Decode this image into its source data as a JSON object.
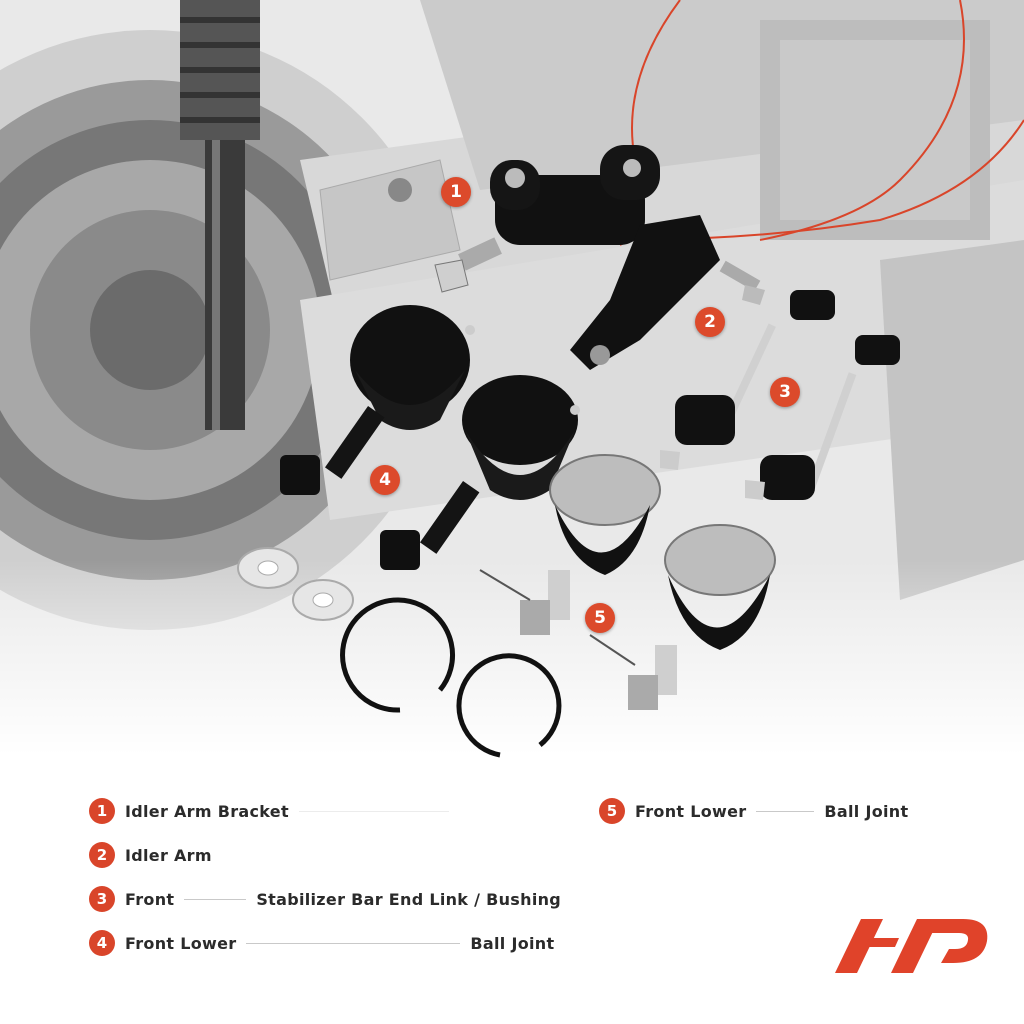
{
  "markers": [
    "1",
    "2",
    "3",
    "4",
    "5"
  ],
  "legend": [
    {
      "num": "1",
      "label": "Idler Arm Bracket",
      "detail": ""
    },
    {
      "num": "2",
      "label": "Idler Arm",
      "detail": ""
    },
    {
      "num": "3",
      "label": "Front",
      "detail": "Stabilizer Bar End Link / Bushing"
    },
    {
      "num": "4",
      "label": "Front Lower",
      "detail": "Ball Joint"
    },
    {
      "num": "5",
      "label": "Front Lower",
      "detail": "Ball Joint"
    }
  ],
  "colors": {
    "accent": "#d9452a",
    "parts": "#111111",
    "background": "#ffffff"
  }
}
